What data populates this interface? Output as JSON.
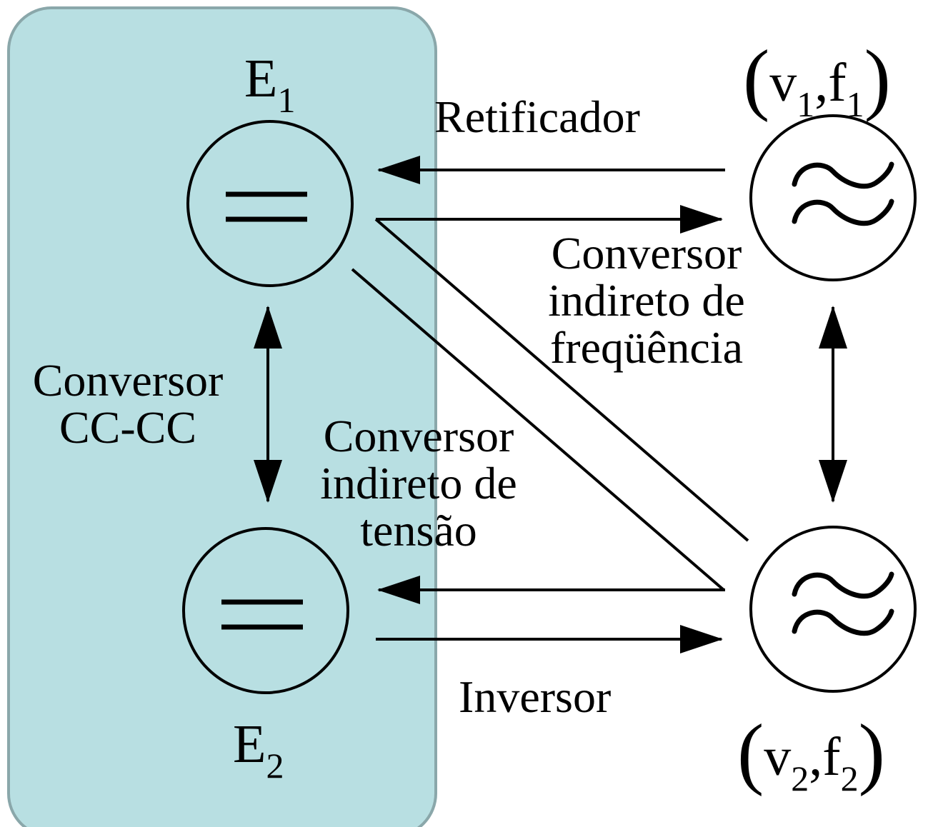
{
  "colors": {
    "panel_fill": "#b8dfe2",
    "panel_stroke": "#8aa7aa",
    "ink": "#000000"
  },
  "nodes": {
    "e1": {
      "letter": "E",
      "index": "1",
      "symbol": "dc-source-icon"
    },
    "e2": {
      "letter": "E",
      "index": "2",
      "symbol": "dc-source-icon"
    },
    "ac1": {
      "open": "(",
      "v": "v",
      "v_index": "1",
      "sep": ",",
      "f": "f",
      "f_index": "1",
      "close": ")",
      "symbol": "ac-source-icon"
    },
    "ac2": {
      "open": "(",
      "v": "v",
      "v_index": "2",
      "sep": ",",
      "f": "f",
      "f_index": "2",
      "close": ")",
      "symbol": "ac-source-icon"
    }
  },
  "labels": {
    "retificador": "Retificador",
    "inversor": "Inversor",
    "freq_converter": [
      "Conversor",
      "indireto de",
      "freqüência"
    ],
    "voltage_converter": [
      "Conversor",
      "indireto de",
      "tensão"
    ],
    "dc_dc_converter": [
      "Conversor",
      "CC-CC"
    ]
  }
}
